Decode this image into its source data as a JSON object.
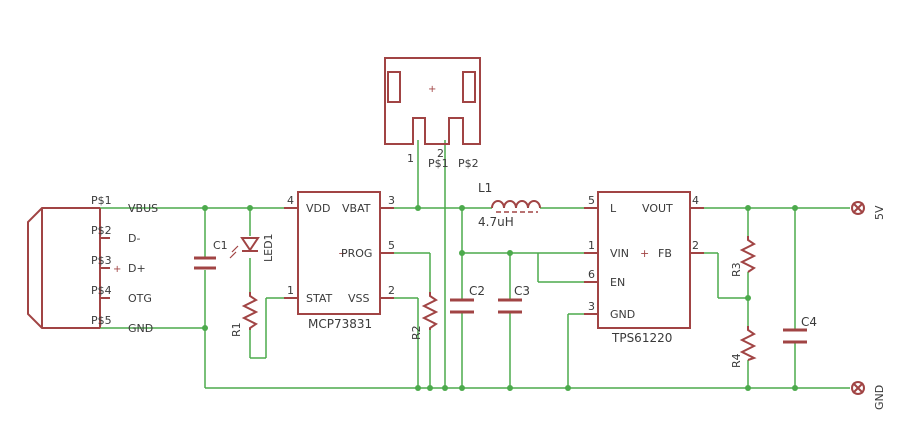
{
  "connectors": {
    "usb": {
      "pins": [
        "P$1",
        "P$2",
        "P$3",
        "P$4",
        "P$5"
      ],
      "signals": [
        "VBUS",
        "D-",
        "D+",
        "OTG",
        "GND"
      ]
    },
    "battery": {
      "pin_labels": [
        "1",
        "2",
        "P$1",
        "P$2"
      ]
    }
  },
  "components": {
    "c1": "C1",
    "led1": "LED1",
    "r1": "R1",
    "r2": "R2",
    "c2": "C2",
    "c3": "C3",
    "c4": "C4",
    "r3": "R3",
    "r4": "R4",
    "l1": {
      "name": "L1",
      "value": "4.7uH"
    },
    "mcp": {
      "name": "MCP73831",
      "pins": {
        "vdd": "VDD",
        "vbat": "VBAT",
        "prog": "PROG",
        "stat": "STAT",
        "vss": "VSS"
      },
      "pin_numbers": {
        "vdd": "4",
        "vbat": "3",
        "prog": "5",
        "stat": "1",
        "vss": "2"
      }
    },
    "tps": {
      "name": "TPS61220",
      "pins": {
        "l": "L",
        "vout": "VOUT",
        "vin": "VIN",
        "fb": "FB",
        "en": "EN",
        "gnd": "GND"
      },
      "pin_numbers": {
        "l": "5",
        "vout": "4",
        "vin": "1",
        "fb": "2",
        "en": "6",
        "gnd": "3"
      }
    }
  },
  "outputs": {
    "five_v": "5V",
    "gnd": "GND"
  },
  "colors": {
    "symbol": "#a14444",
    "wire": "#4caa4c",
    "text": "#3a3a3a",
    "background": "#ffffff"
  }
}
